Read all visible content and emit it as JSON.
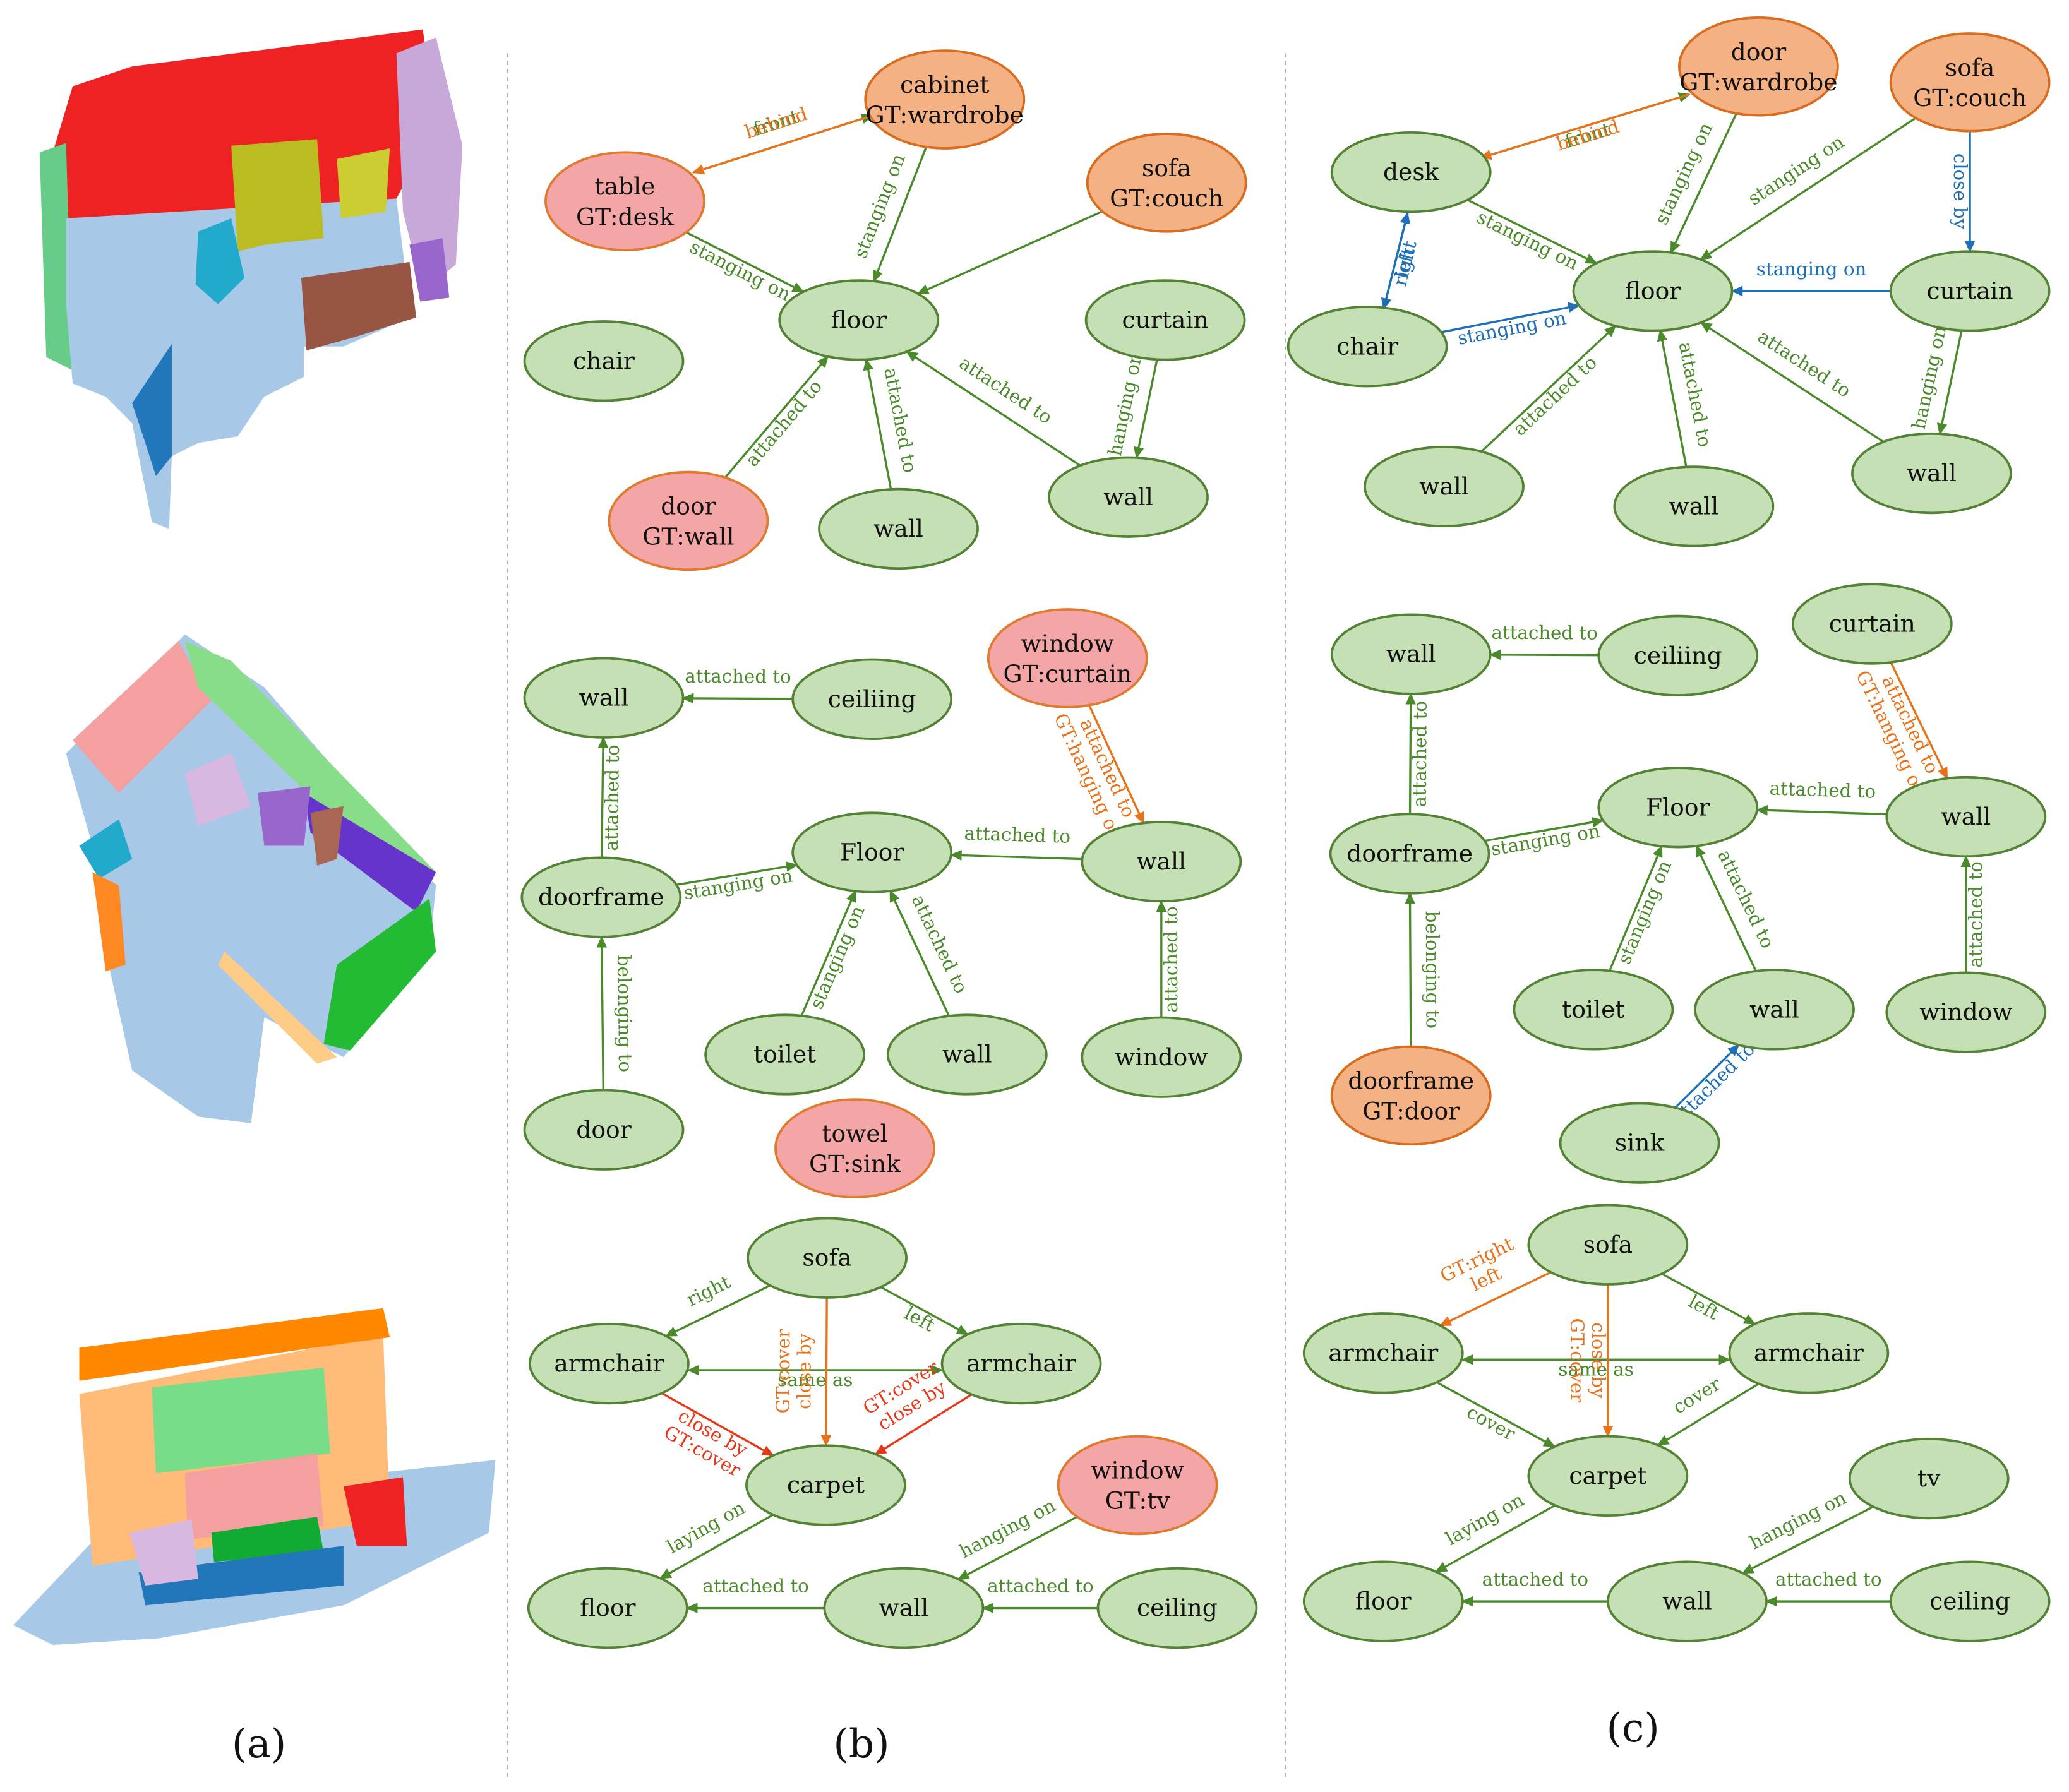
{
  "panel_labels": {
    "a": "(a)",
    "b": "(b)",
    "c": "(c)"
  },
  "colors": {
    "node_fill": "#c5e0b4",
    "node_stroke": "#548235",
    "wrong_fill": "#f4a6a6",
    "wrong_stroke": "#e07a2e",
    "orange_fill": "#f4b183",
    "orange_stroke": "#d86c1f",
    "green_edge": "#4a8a2a",
    "orange_edge": "#e8731a",
    "blue_edge": "#1f6fb6",
    "red_edge": "#e8381a",
    "divider": "#b0b0b0"
  },
  "point_clouds": [
    {
      "name": "scene-1-point-cloud"
    },
    {
      "name": "scene-2-point-cloud"
    },
    {
      "name": "scene-3-point-cloud"
    }
  ],
  "graphs": [
    {
      "id": "b1",
      "nodes": [
        {
          "id": "table",
          "lines": [
            "table",
            "GT:desk"
          ],
          "style": "wrong"
        },
        {
          "id": "cabinet",
          "lines": [
            "cabinet",
            "GT:wardrobe"
          ],
          "style": "orange"
        },
        {
          "id": "sofa",
          "lines": [
            "sofa",
            "GT:couch"
          ],
          "style": "orange"
        },
        {
          "id": "floor",
          "lines": [
            "floor"
          ],
          "style": "ok"
        },
        {
          "id": "chair",
          "lines": [
            "chair"
          ],
          "style": "ok"
        },
        {
          "id": "curtain",
          "lines": [
            "curtain"
          ],
          "style": "ok"
        },
        {
          "id": "door",
          "lines": [
            "door",
            "GT:wall"
          ],
          "style": "wrong"
        },
        {
          "id": "wall1",
          "lines": [
            "wall"
          ],
          "style": "ok"
        },
        {
          "id": "wall2",
          "lines": [
            "wall"
          ],
          "style": "ok"
        }
      ],
      "edges": [
        {
          "from": "table",
          "to": "cabinet",
          "label": "front",
          "color": "green"
        },
        {
          "from": "cabinet",
          "to": "table",
          "label": "behind",
          "color": "orange"
        },
        {
          "from": "table",
          "to": "floor",
          "label": "stanging on",
          "color": "green"
        },
        {
          "from": "cabinet",
          "to": "floor",
          "label": "stanging on",
          "color": "green"
        },
        {
          "from": "sofa",
          "to": "floor",
          "label": "",
          "color": "green"
        },
        {
          "from": "door",
          "to": "floor",
          "label": "attached to",
          "color": "green"
        },
        {
          "from": "wall1",
          "to": "floor",
          "label": "attached to",
          "color": "green"
        },
        {
          "from": "wall2",
          "to": "floor",
          "label": "attached to",
          "color": "green"
        },
        {
          "from": "curtain",
          "to": "wall2",
          "label": "hanging on",
          "color": "green"
        }
      ]
    },
    {
      "id": "c1",
      "nodes": [
        {
          "id": "door",
          "lines": [
            "door",
            "GT:wardrobe"
          ],
          "style": "orange"
        },
        {
          "id": "sofa",
          "lines": [
            "sofa",
            "GT:couch"
          ],
          "style": "orange"
        },
        {
          "id": "desk",
          "lines": [
            "desk"
          ],
          "style": "ok"
        },
        {
          "id": "chair",
          "lines": [
            "chair"
          ],
          "style": "ok"
        },
        {
          "id": "floor",
          "lines": [
            "floor"
          ],
          "style": "ok"
        },
        {
          "id": "curtain",
          "lines": [
            "curtain"
          ],
          "style": "ok"
        },
        {
          "id": "wall1",
          "lines": [
            "wall"
          ],
          "style": "ok"
        },
        {
          "id": "wall2",
          "lines": [
            "wall"
          ],
          "style": "ok"
        },
        {
          "id": "wall3",
          "lines": [
            "wall"
          ],
          "style": "ok"
        }
      ],
      "edges": [
        {
          "from": "desk",
          "to": "door",
          "label": "front",
          "color": "green"
        },
        {
          "from": "door",
          "to": "desk",
          "label": "behind",
          "color": "orange"
        },
        {
          "from": "desk",
          "to": "chair",
          "label": "right",
          "color": "blue"
        },
        {
          "from": "chair",
          "to": "desk",
          "label": "left",
          "color": "blue"
        },
        {
          "from": "chair",
          "to": "floor",
          "label": "stanging on",
          "color": "blue"
        },
        {
          "from": "desk",
          "to": "floor",
          "label": "stanging on",
          "color": "green"
        },
        {
          "from": "door",
          "to": "floor",
          "label": "stanging on",
          "color": "green"
        },
        {
          "from": "sofa",
          "to": "floor",
          "label": "stanging on",
          "color": "green"
        },
        {
          "from": "sofa",
          "to": "curtain",
          "label": "close by",
          "color": "blue"
        },
        {
          "from": "curtain",
          "to": "floor",
          "label": "stanging on",
          "color": "blue"
        },
        {
          "from": "curtain",
          "to": "wall3",
          "label": "hanging on",
          "color": "green"
        },
        {
          "from": "wall1",
          "to": "floor",
          "label": "attached to",
          "color": "green"
        },
        {
          "from": "wall2",
          "to": "floor",
          "label": "attached to",
          "color": "green"
        },
        {
          "from": "wall3",
          "to": "floor",
          "label": "attached to",
          "color": "green"
        }
      ]
    },
    {
      "id": "b2",
      "nodes": [
        {
          "id": "wall1",
          "lines": [
            "wall"
          ],
          "style": "ok"
        },
        {
          "id": "ceiling",
          "lines": [
            "ceiliing"
          ],
          "style": "ok"
        },
        {
          "id": "window_top",
          "lines": [
            "window",
            "GT:curtain"
          ],
          "style": "wrong"
        },
        {
          "id": "doorframe",
          "lines": [
            "doorframe"
          ],
          "style": "ok"
        },
        {
          "id": "floor",
          "lines": [
            "Floor"
          ],
          "style": "ok"
        },
        {
          "id": "wall2",
          "lines": [
            "wall"
          ],
          "style": "ok"
        },
        {
          "id": "toilet",
          "lines": [
            "toilet"
          ],
          "style": "ok"
        },
        {
          "id": "wall3",
          "lines": [
            "wall"
          ],
          "style": "ok"
        },
        {
          "id": "window",
          "lines": [
            "window"
          ],
          "style": "ok"
        },
        {
          "id": "door",
          "lines": [
            "door"
          ],
          "style": "ok"
        },
        {
          "id": "towel",
          "lines": [
            "towel",
            "GT:sink"
          ],
          "style": "wrong"
        }
      ],
      "edges": [
        {
          "from": "ceiling",
          "to": "wall1",
          "label": "attached to",
          "color": "green"
        },
        {
          "from": "doorframe",
          "to": "wall1",
          "label": "attached to",
          "color": "green"
        },
        {
          "from": "doorframe",
          "to": "floor",
          "label": "stanging on",
          "color": "green"
        },
        {
          "from": "wall2",
          "to": "floor",
          "label": "attached to",
          "color": "green"
        },
        {
          "from": "window_top",
          "to": "wall2",
          "label": "attached to",
          "label2": "GT:hanging on",
          "color": "orange"
        },
        {
          "from": "toilet",
          "to": "floor",
          "label": "stanging on",
          "color": "green"
        },
        {
          "from": "wall3",
          "to": "floor",
          "label": "attached to",
          "color": "green"
        },
        {
          "from": "window",
          "to": "wall2",
          "label": "attached to",
          "color": "green"
        },
        {
          "from": "door",
          "to": "doorframe",
          "label": "belonging to",
          "color": "green"
        }
      ]
    },
    {
      "id": "c2",
      "nodes": [
        {
          "id": "wall1",
          "lines": [
            "wall"
          ],
          "style": "ok"
        },
        {
          "id": "ceiling",
          "lines": [
            "ceiliing"
          ],
          "style": "ok"
        },
        {
          "id": "curtain",
          "lines": [
            "curtain"
          ],
          "style": "ok"
        },
        {
          "id": "doorframe",
          "lines": [
            "doorframe"
          ],
          "style": "ok"
        },
        {
          "id": "floor",
          "lines": [
            "Floor"
          ],
          "style": "ok"
        },
        {
          "id": "wall2",
          "lines": [
            "wall"
          ],
          "style": "ok"
        },
        {
          "id": "toilet",
          "lines": [
            "toilet"
          ],
          "style": "ok"
        },
        {
          "id": "wall3",
          "lines": [
            "wall"
          ],
          "style": "ok"
        },
        {
          "id": "window",
          "lines": [
            "window"
          ],
          "style": "ok"
        },
        {
          "id": "doorframe2",
          "lines": [
            "doorframe",
            "GT:door"
          ],
          "style": "orange"
        },
        {
          "id": "sink",
          "lines": [
            "sink"
          ],
          "style": "ok"
        }
      ],
      "edges": [
        {
          "from": "ceiling",
          "to": "wall1",
          "label": "attached to",
          "color": "green"
        },
        {
          "from": "doorframe",
          "to": "wall1",
          "label": "attached to",
          "color": "green"
        },
        {
          "from": "doorframe",
          "to": "floor",
          "label": "stanging on",
          "color": "green"
        },
        {
          "from": "wall2",
          "to": "floor",
          "label": "attached to",
          "color": "green"
        },
        {
          "from": "curtain",
          "to": "wall2",
          "label": "attached to",
          "label2": "GT:hanging on",
          "color": "orange"
        },
        {
          "from": "toilet",
          "to": "floor",
          "label": "stanging on",
          "color": "green"
        },
        {
          "from": "wall3",
          "to": "floor",
          "label": "attached to",
          "color": "green"
        },
        {
          "from": "window",
          "to": "wall2",
          "label": "attached to",
          "color": "green"
        },
        {
          "from": "doorframe2",
          "to": "doorframe",
          "label": "belonging to",
          "color": "green"
        },
        {
          "from": "sink",
          "to": "wall3",
          "label": "attached to",
          "color": "blue"
        }
      ]
    },
    {
      "id": "b3",
      "nodes": [
        {
          "id": "sofa",
          "lines": [
            "sofa"
          ],
          "style": "ok"
        },
        {
          "id": "armchair1",
          "lines": [
            "armchair"
          ],
          "style": "ok"
        },
        {
          "id": "armchair2",
          "lines": [
            "armchair"
          ],
          "style": "ok"
        },
        {
          "id": "carpet",
          "lines": [
            "carpet"
          ],
          "style": "ok"
        },
        {
          "id": "window",
          "lines": [
            "window",
            "GT:tv"
          ],
          "style": "wrong"
        },
        {
          "id": "floor",
          "lines": [
            "floor"
          ],
          "style": "ok"
        },
        {
          "id": "wall",
          "lines": [
            "wall"
          ],
          "style": "ok"
        },
        {
          "id": "ceiling",
          "lines": [
            "ceiling"
          ],
          "style": "ok"
        }
      ],
      "edges": [
        {
          "from": "sofa",
          "to": "armchair1",
          "label": "right",
          "color": "green"
        },
        {
          "from": "sofa",
          "to": "armchair2",
          "label": "left",
          "color": "green"
        },
        {
          "from": "armchair2",
          "to": "armchair1",
          "label": "same as",
          "color": "green"
        },
        {
          "from": "armchair1",
          "to": "armchair2",
          "label": "",
          "color": "green"
        },
        {
          "from": "sofa",
          "to": "carpet",
          "label": "close by",
          "label2": "GT:cover",
          "color": "orange"
        },
        {
          "from": "armchair1",
          "to": "carpet",
          "label": "close by",
          "label2": "GT:cover",
          "color": "red"
        },
        {
          "from": "armchair2",
          "to": "carpet",
          "label": "close by",
          "label2": "GT:cover",
          "color": "red"
        },
        {
          "from": "carpet",
          "to": "floor",
          "label": "laying on",
          "color": "green"
        },
        {
          "from": "window",
          "to": "wall",
          "label": "hanging on",
          "color": "green"
        },
        {
          "from": "wall",
          "to": "floor",
          "label": "attached to",
          "color": "green"
        },
        {
          "from": "ceiling",
          "to": "wall",
          "label": "attached to",
          "color": "green"
        }
      ]
    },
    {
      "id": "c3",
      "nodes": [
        {
          "id": "sofa",
          "lines": [
            "sofa"
          ],
          "style": "ok"
        },
        {
          "id": "armchair1",
          "lines": [
            "armchair"
          ],
          "style": "ok"
        },
        {
          "id": "armchair2",
          "lines": [
            "armchair"
          ],
          "style": "ok"
        },
        {
          "id": "carpet",
          "lines": [
            "carpet"
          ],
          "style": "ok"
        },
        {
          "id": "tv",
          "lines": [
            "tv"
          ],
          "style": "ok"
        },
        {
          "id": "floor",
          "lines": [
            "floor"
          ],
          "style": "ok"
        },
        {
          "id": "wall",
          "lines": [
            "wall"
          ],
          "style": "ok"
        },
        {
          "id": "ceiling",
          "lines": [
            "ceiling"
          ],
          "style": "ok"
        }
      ],
      "edges": [
        {
          "from": "sofa",
          "to": "armchair1",
          "label": "left",
          "label2": "GT:right",
          "color": "orange"
        },
        {
          "from": "sofa",
          "to": "armchair2",
          "label": "left",
          "color": "green"
        },
        {
          "from": "armchair2",
          "to": "armchair1",
          "label": "same as",
          "color": "green"
        },
        {
          "from": "armchair1",
          "to": "armchair2",
          "label": "same as",
          "color": "green"
        },
        {
          "from": "sofa",
          "to": "carpet",
          "label": "close by",
          "label2": "GT:cover",
          "color": "orange"
        },
        {
          "from": "armchair1",
          "to": "carpet",
          "label": "cover",
          "color": "green"
        },
        {
          "from": "armchair2",
          "to": "carpet",
          "label": "cover",
          "color": "green"
        },
        {
          "from": "carpet",
          "to": "floor",
          "label": "laying on",
          "color": "green"
        },
        {
          "from": "tv",
          "to": "wall",
          "label": "hanging on",
          "color": "green"
        },
        {
          "from": "wall",
          "to": "floor",
          "label": "attached to",
          "color": "green"
        },
        {
          "from": "ceiling",
          "to": "wall",
          "label": "attached to",
          "color": "green"
        }
      ]
    }
  ]
}
